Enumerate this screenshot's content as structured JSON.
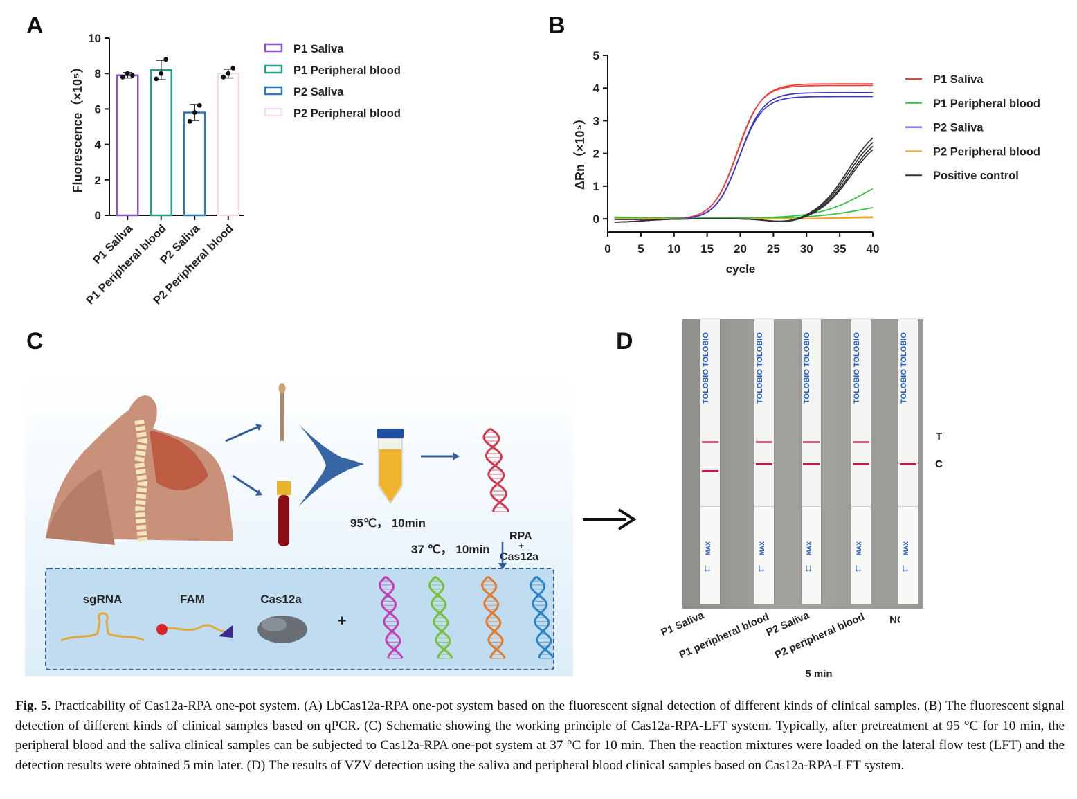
{
  "panels": {
    "a": "A",
    "b": "B",
    "c": "C",
    "d": "D"
  },
  "chart_a": {
    "ylabel": "Fluorescence（×10⁵）",
    "legend": [
      {
        "name": "P1 Saliva",
        "color": "#8a54c4"
      },
      {
        "name": "P1 Peripheral blood",
        "color": "#22a08a"
      },
      {
        "name": "P2 Saliva",
        "color": "#2f78b8"
      },
      {
        "name": "P2 Peripheral blood",
        "color": "#f4d9f2"
      }
    ]
  },
  "chart_b": {
    "ylabel": "ΔRn（×10⁵）",
    "xlabel": "cycle",
    "legend": [
      {
        "name": "P1 Saliva",
        "color": "#ee3d3d"
      },
      {
        "name": "P1 Peripheral blood",
        "color": "#2ec23e"
      },
      {
        "name": "P2 Saliva",
        "color": "#3a36c8"
      },
      {
        "name": "P2 Peripheral blood",
        "color": "#f7a531"
      },
      {
        "name": "Positive control",
        "color": "#333333"
      }
    ]
  },
  "chart_data": [
    {
      "type": "bar",
      "categories": [
        "P1 Saliva",
        "P1 Peripheral blood",
        "P2 Saliva",
        "P2 Peripheral blood"
      ],
      "values": [
        7.9,
        8.2,
        5.8,
        8.0
      ],
      "errors": [
        0.15,
        0.55,
        0.45,
        0.25
      ],
      "points": [
        [
          7.8,
          8.0,
          7.9
        ],
        [
          7.7,
          8.0,
          8.8
        ],
        [
          5.3,
          5.8,
          6.2
        ],
        [
          7.8,
          8.0,
          8.3
        ]
      ],
      "colors": [
        "#8a54c4",
        "#22a08a",
        "#2f78b8",
        "#f4d9f2"
      ],
      "xlabel": "",
      "ylabel": "Fluorescence（×10⁵）",
      "ylim": [
        0,
        10
      ],
      "yticks": [
        0,
        2,
        4,
        6,
        8,
        10
      ]
    },
    {
      "type": "line",
      "xlabel": "cycle",
      "ylabel": "ΔRn（×10⁵）",
      "xlim": [
        0,
        40
      ],
      "ylim": [
        -0.4,
        5
      ],
      "xticks": [
        0,
        5,
        10,
        15,
        20,
        25,
        30,
        35,
        40
      ],
      "yticks": [
        0,
        1,
        2,
        3,
        4,
        5
      ],
      "series": [
        {
          "name": "P1 Saliva",
          "color": "#ee3d3d",
          "curves": [
            {
              "kind": "sig",
              "base": -0.02,
              "top": 4.13,
              "mid": 19.6,
              "k": 0.55
            },
            {
              "kind": "sig",
              "base": -0.02,
              "top": 4.08,
              "mid": 19.5,
              "k": 0.56
            }
          ]
        },
        {
          "name": "P1 Peripheral blood",
          "color": "#2ec23e",
          "curves": [
            {
              "kind": "sig",
              "base": 0.02,
              "top": 1.6,
              "mid": 39.0,
              "k": 0.28,
              "dec": 0.07
            },
            {
              "kind": "sig",
              "base": 0.01,
              "top": 0.6,
              "mid": 39.0,
              "k": 0.25,
              "dec": 0.07
            },
            {
              "kind": "sig",
              "base": 0.0,
              "top": 0.1,
              "mid": 38.5,
              "k": 0.3,
              "dec": 0.05
            }
          ]
        },
        {
          "name": "P2 Saliva",
          "color": "#3a36c8",
          "curves": [
            {
              "kind": "sig",
              "base": -0.02,
              "top": 3.86,
              "mid": 19.9,
              "k": 0.57
            },
            {
              "kind": "sig",
              "base": -0.02,
              "top": 3.74,
              "mid": 19.8,
              "k": 0.57
            }
          ]
        },
        {
          "name": "P2 Peripheral blood",
          "color": "#f7a531",
          "curves": [
            {
              "kind": "sig",
              "base": 0.0,
              "top": 0.08,
              "mid": 36.0,
              "k": 0.3
            },
            {
              "kind": "sig",
              "base": 0.0,
              "top": 0.05,
              "mid": 37.0,
              "k": 0.3
            }
          ]
        },
        {
          "name": "Positive control",
          "color": "#333333",
          "curves": [
            {
              "kind": "pc",
              "top": 3.0,
              "mid": 36.3,
              "k": 0.42
            },
            {
              "kind": "pc",
              "top": 2.85,
              "mid": 36.4,
              "k": 0.42
            },
            {
              "kind": "pc",
              "top": 2.75,
              "mid": 36.6,
              "k": 0.42
            },
            {
              "kind": "pc",
              "top": 2.65,
              "mid": 36.7,
              "k": 0.42
            }
          ]
        }
      ]
    }
  ],
  "schematic": {
    "temp1": "95℃，  10min",
    "temp2": "37 ℃，  10min",
    "rpa": "RPA",
    "plus": "+",
    "cas_reagent": "Cas12a",
    "sgrna": "sgRNA",
    "fam": "FAM",
    "cas12a": "Cas12a",
    "box_plus": "+"
  },
  "strips": {
    "brand": "TOLOBIO",
    "max": "MAX",
    "t_label": "T",
    "c_label": "C",
    "labels": [
      "P1 Saliva",
      "P1 peripheral blood",
      "P2 Saliva",
      "P2 peripheral blood",
      "NC"
    ],
    "time": "5 min",
    "t_line": [
      true,
      true,
      true,
      true,
      false
    ]
  },
  "caption": {
    "fig": "Fig. 5.",
    "text": "Practicability of Cas12a-RPA one-pot system. (A) LbCas12a-RPA one-pot system based on the fluorescent signal detection of different kinds of clinical samples. (B) The fluorescent signal detection of different kinds of clinical samples based on qPCR. (C) Schematic showing the working principle of Cas12a-RPA-LFT system. Typically, after pretreatment at 95 °C for 10 min, the peripheral blood and the saliva clinical samples can be subjected to Cas12a-RPA one-pot system at 37 °C for 10 min. Then the reaction mixtures were loaded on the lateral flow test (LFT) and the detection results were obtained 5 min later. (D) The results of VZV detection using the saliva and peripheral blood clinical samples based on Cas12a-RPA-LFT system."
  }
}
